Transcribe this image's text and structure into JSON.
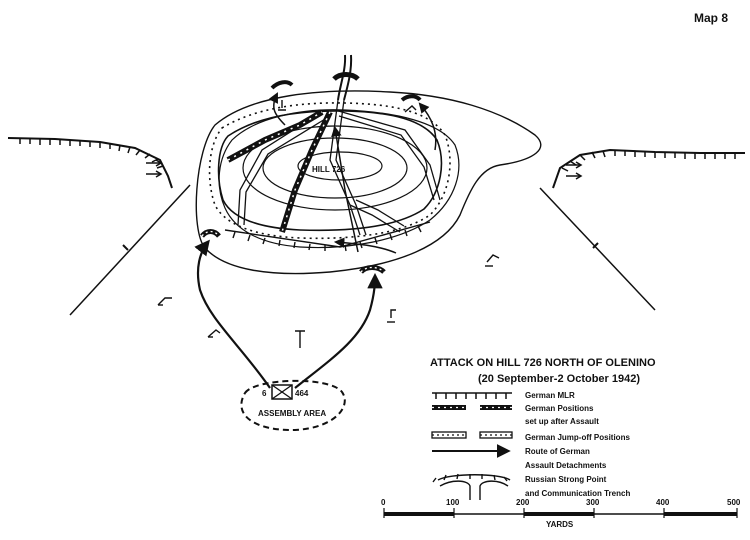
{
  "map_number": "Map 8",
  "hill_label": "HILL 726",
  "title": "ATTACK ON HILL 726 NORTH OF OLENINO",
  "dates": "(20 September-2 October 1942)",
  "assembly": {
    "unit_left": "6",
    "unit_right": "464",
    "label": "ASSEMBLY AREA"
  },
  "legend": [
    {
      "symbol": "mlr",
      "lines": [
        "German MLR"
      ]
    },
    {
      "symbol": "positions",
      "lines": [
        "German Positions",
        "set up after Assault"
      ]
    },
    {
      "symbol": "jumpoff",
      "lines": [
        "German Jump-off Positions"
      ]
    },
    {
      "symbol": "route",
      "lines": [
        "Route of German",
        "Assault Detachments"
      ]
    },
    {
      "symbol": "russian",
      "lines": [
        "Russian Strong Point",
        "and Communication Trench"
      ]
    }
  ],
  "scale": {
    "ticks": [
      "0",
      "100",
      "200",
      "300",
      "400",
      "500"
    ],
    "unit": "YARDS"
  }
}
